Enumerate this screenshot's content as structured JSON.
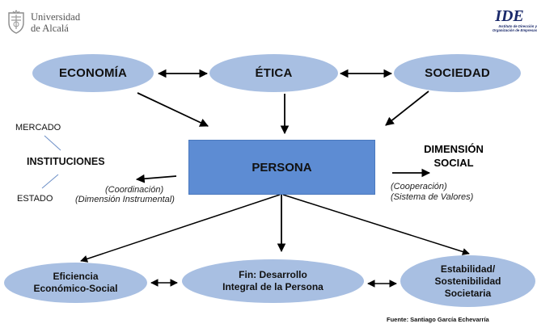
{
  "logos": {
    "university_line1": "Universidad",
    "university_line2": "de Alcalá",
    "ide_mark": "IDE",
    "ide_line1": "Instituto de Dirección y",
    "ide_line2": "Organización de Empresas"
  },
  "nodes": {
    "economia": "ECONOMÍA",
    "etica": "ÉTICA",
    "sociedad": "SOCIEDAD",
    "persona": "PERSONA",
    "eficiencia": [
      "Eficiencia",
      "Económico-Social"
    ],
    "fin": [
      "Fin: Desarrollo",
      "Integral de la Persona"
    ],
    "estabilidad": [
      "Estabilidad/",
      "Sostenibilidad",
      "Societaria"
    ]
  },
  "labels": {
    "mercado": "MERCADO",
    "instituciones": "INSTITUCIONES",
    "estado": "ESTADO",
    "coordinacion": "(Coordinación)",
    "dimension_instrumental": "(Dimensión Instrumental)",
    "dimension_social": [
      "DIMENSIÓN",
      "SOCIAL"
    ],
    "cooperacion": "(Cooperación)",
    "sistema_valores": "(Sistema de Valores)"
  },
  "colors": {
    "ellipse_fill": "#a8bfe2",
    "persona_fill": "#5d8cd3",
    "arrow": "#000000",
    "connector_line": "#6c8fc7"
  },
  "source": "Fuente: Santiago García Echevarría"
}
